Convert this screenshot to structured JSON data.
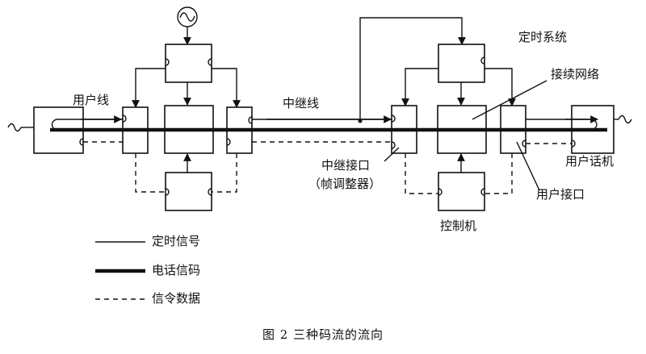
{
  "labels": {
    "user_line": "用户线",
    "trunk_line": "中继线",
    "timing_system": "定时系统",
    "switching_network": "接续网络",
    "trunk_interface": "中继接口",
    "frame_aligner": "（帧调整器）",
    "user_phone": "用户话机",
    "user_interface": "用户接口",
    "control_computer": "控制机"
  },
  "legend": {
    "timing_signal": "定时信号",
    "telephone_code": "电话信码",
    "signaling_data": "信令数据"
  },
  "caption": "图 2   三种码流的流向"
}
